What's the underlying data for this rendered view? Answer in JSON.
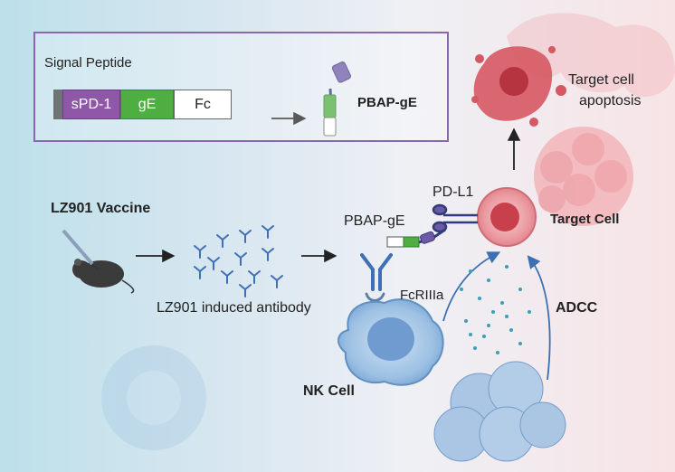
{
  "construct": {
    "signal_label": "Signal Peptide",
    "seg_spd1": "sPD-1",
    "seg_ge": "gE",
    "seg_fc": "Fc",
    "product": "PBAP-gE"
  },
  "labels": {
    "target_apoptosis_1": "Target cell",
    "target_apoptosis_2": "apoptosis",
    "pd_l1": "PD-L1",
    "target_cell": "Target Cell",
    "vaccine": "LZ901 Vaccine",
    "pbap_ge": "PBAP-gE",
    "fcriiia": "FcRIIIa",
    "adcc": "ADCC",
    "antibody": "LZ901 induced antibody",
    "nk_cell": "NK Cell"
  },
  "colors": {
    "frame": "#8a68ad",
    "spd1": "#8f57a8",
    "ge": "#4fae41",
    "fc": "#ffffff",
    "antibody": "#3f6fb5",
    "target": "#e58088",
    "nk": "#8db6df"
  }
}
